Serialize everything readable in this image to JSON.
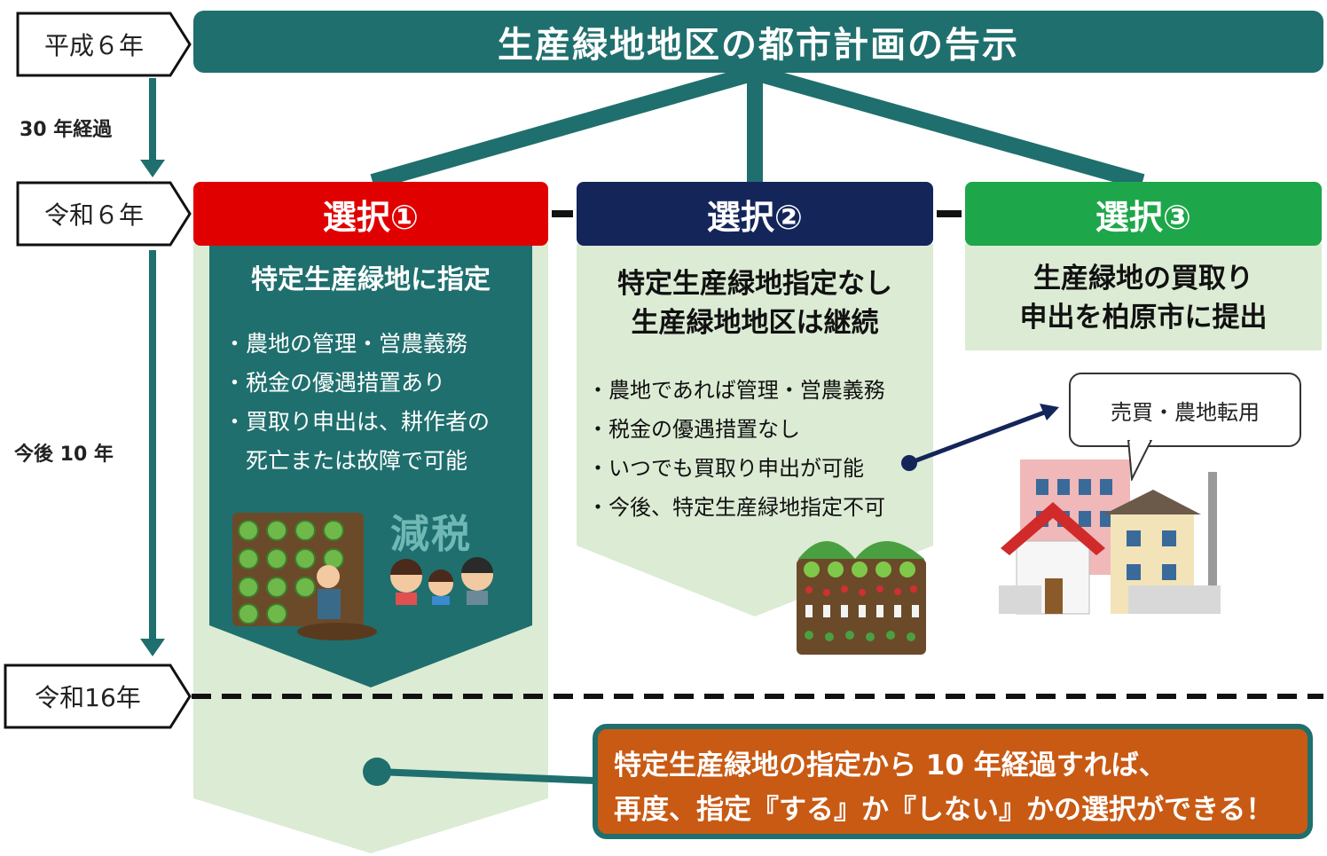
{
  "title": "生産緑地地区の都市計画の告示",
  "timeline": {
    "era_h6": "平成６年",
    "elapsed_30": "30 年経過",
    "era_r6": "令和６年",
    "after_10": "今後 10 年",
    "era_r16": "令和16年"
  },
  "choices": [
    {
      "label": "選択①",
      "color": "#e00000",
      "heading": [
        "特定生産緑地に指定"
      ],
      "items": [
        "・農地の管理・営農義務",
        "・税金の優遇措置あり",
        "・買取り申出は、耕作者の",
        "　死亡または故障で可能"
      ],
      "badge": "減税"
    },
    {
      "label": "選択②",
      "color": "#14255a",
      "heading": [
        "特定生産緑地指定なし",
        "生産緑地地区は継続"
      ],
      "items": [
        "・農地であれば管理・営農義務",
        "・税金の優遇措置なし",
        "・いつでも買取り申出が可能",
        "・今後、特定生産緑地指定不可"
      ]
    },
    {
      "label": "選択③",
      "color": "#1ea64a",
      "heading": [
        "生産緑地の買取り",
        "申出を柏原市に提出"
      ],
      "balloon": "売買・農地転用"
    }
  ],
  "note": {
    "lines": [
      "特定生産緑地の指定から 10 年経過すれば、",
      "再度、指定『する』か『しない』かの選択ができる！"
    ]
  },
  "colors": {
    "teal": "#1f6f6e",
    "light_green": "#dcebd4",
    "orange": "#c85a14",
    "navy": "#14255a"
  }
}
